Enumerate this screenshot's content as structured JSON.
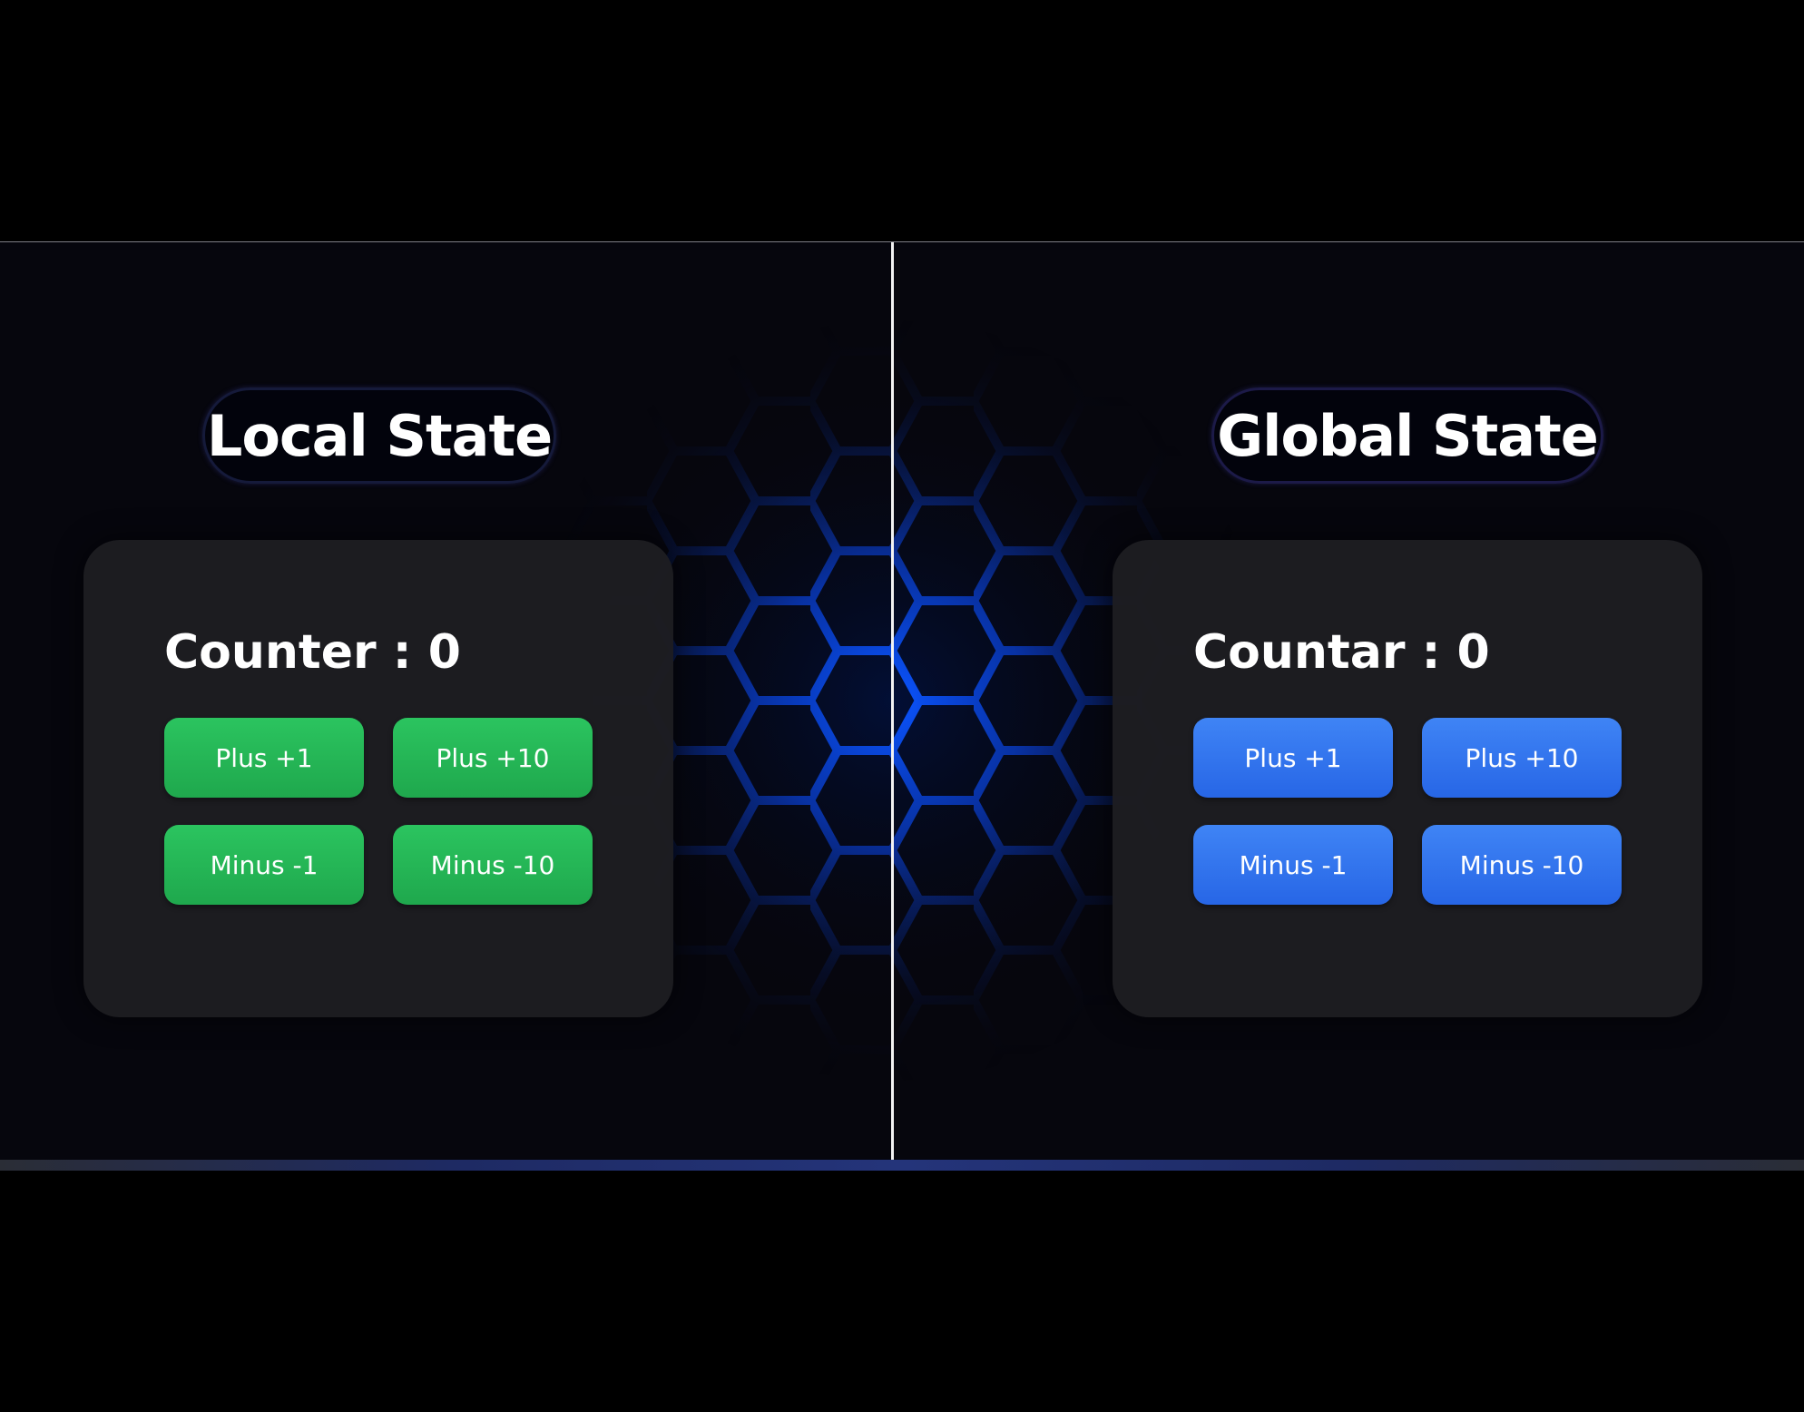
{
  "local": {
    "title": "Local State",
    "counter_label": "Counter : 0",
    "buttons": {
      "plus1": "Plus +1",
      "plus10": "Plus +10",
      "minus1": "Minus -1",
      "minus10": "Minus -10"
    }
  },
  "global": {
    "title": "Global State",
    "counter_label": "Countar : 0",
    "buttons": {
      "plus1": "Plus +1",
      "plus10": "Plus +10",
      "minus1": "Minus -1",
      "minus10": "Minus -10"
    }
  },
  "colors": {
    "local_button": "#22b455",
    "global_button": "#3375ee",
    "hex_glow": "#0a5cff"
  }
}
